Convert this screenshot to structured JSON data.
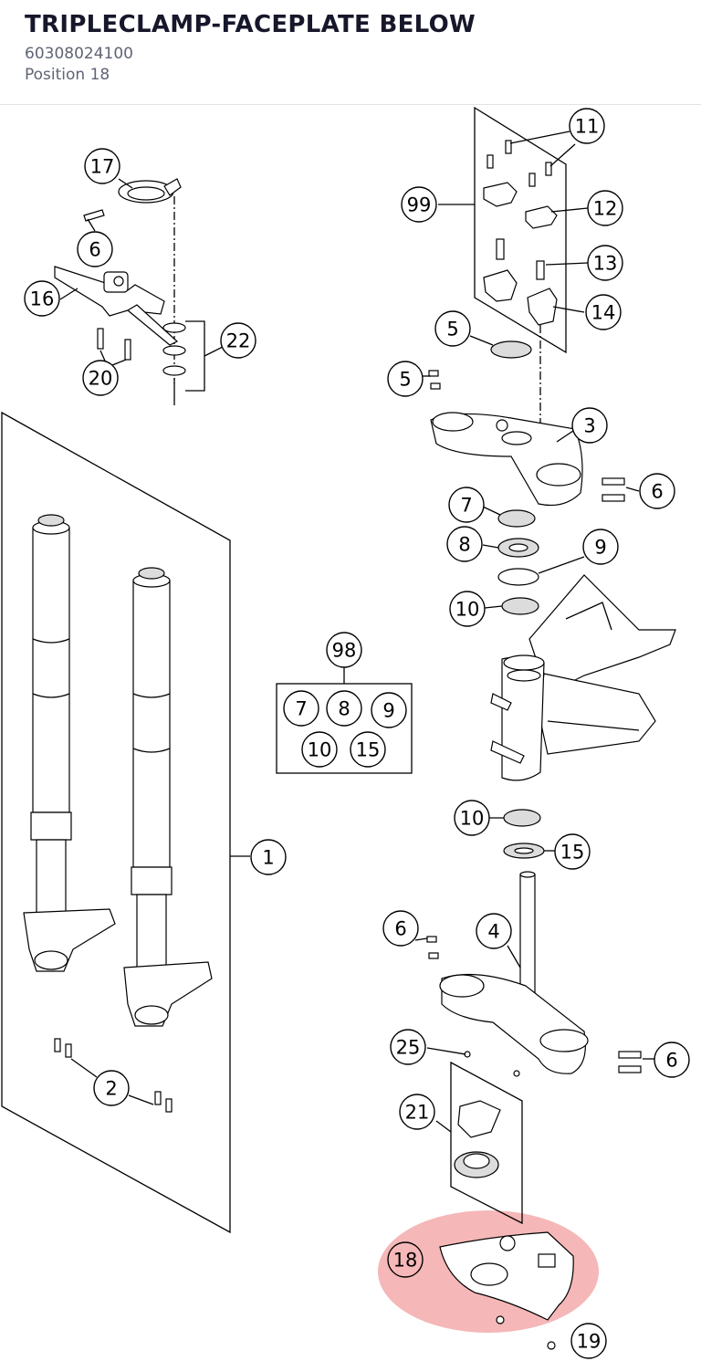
{
  "header": {
    "title": "TRIPLECLAMP-FACEPLATE BELOW",
    "part_number": "60308024100",
    "position": "Position 18"
  },
  "diagram": {
    "callouts": [
      {
        "id": "c17",
        "label": "17"
      },
      {
        "id": "c6a",
        "label": "6"
      },
      {
        "id": "c16",
        "label": "16"
      },
      {
        "id": "c20",
        "label": "20"
      },
      {
        "id": "c22",
        "label": "22"
      },
      {
        "id": "c11",
        "label": "11"
      },
      {
        "id": "c99",
        "label": "99"
      },
      {
        "id": "c12",
        "label": "12"
      },
      {
        "id": "c13",
        "label": "13"
      },
      {
        "id": "c14",
        "label": "14"
      },
      {
        "id": "c5a",
        "label": "5"
      },
      {
        "id": "c5b",
        "label": "5"
      },
      {
        "id": "c3",
        "label": "3"
      },
      {
        "id": "c6b",
        "label": "6"
      },
      {
        "id": "c7",
        "label": "7"
      },
      {
        "id": "c8",
        "label": "8"
      },
      {
        "id": "c9",
        "label": "9"
      },
      {
        "id": "c10a",
        "label": "10"
      },
      {
        "id": "c98",
        "label": "98"
      },
      {
        "id": "k7",
        "label": "7"
      },
      {
        "id": "k8",
        "label": "8"
      },
      {
        "id": "k9",
        "label": "9"
      },
      {
        "id": "k10",
        "label": "10"
      },
      {
        "id": "k15",
        "label": "15"
      },
      {
        "id": "c1",
        "label": "1"
      },
      {
        "id": "c10b",
        "label": "10"
      },
      {
        "id": "c15",
        "label": "15"
      },
      {
        "id": "c6c",
        "label": "6"
      },
      {
        "id": "c4",
        "label": "4"
      },
      {
        "id": "c2",
        "label": "2"
      },
      {
        "id": "c25",
        "label": "25"
      },
      {
        "id": "c6d",
        "label": "6"
      },
      {
        "id": "c21",
        "label": "21"
      },
      {
        "id": "c18",
        "label": "18"
      },
      {
        "id": "c19",
        "label": "19"
      }
    ],
    "highlight_color": "#f2a3a3",
    "highlighted_callout": "18"
  }
}
